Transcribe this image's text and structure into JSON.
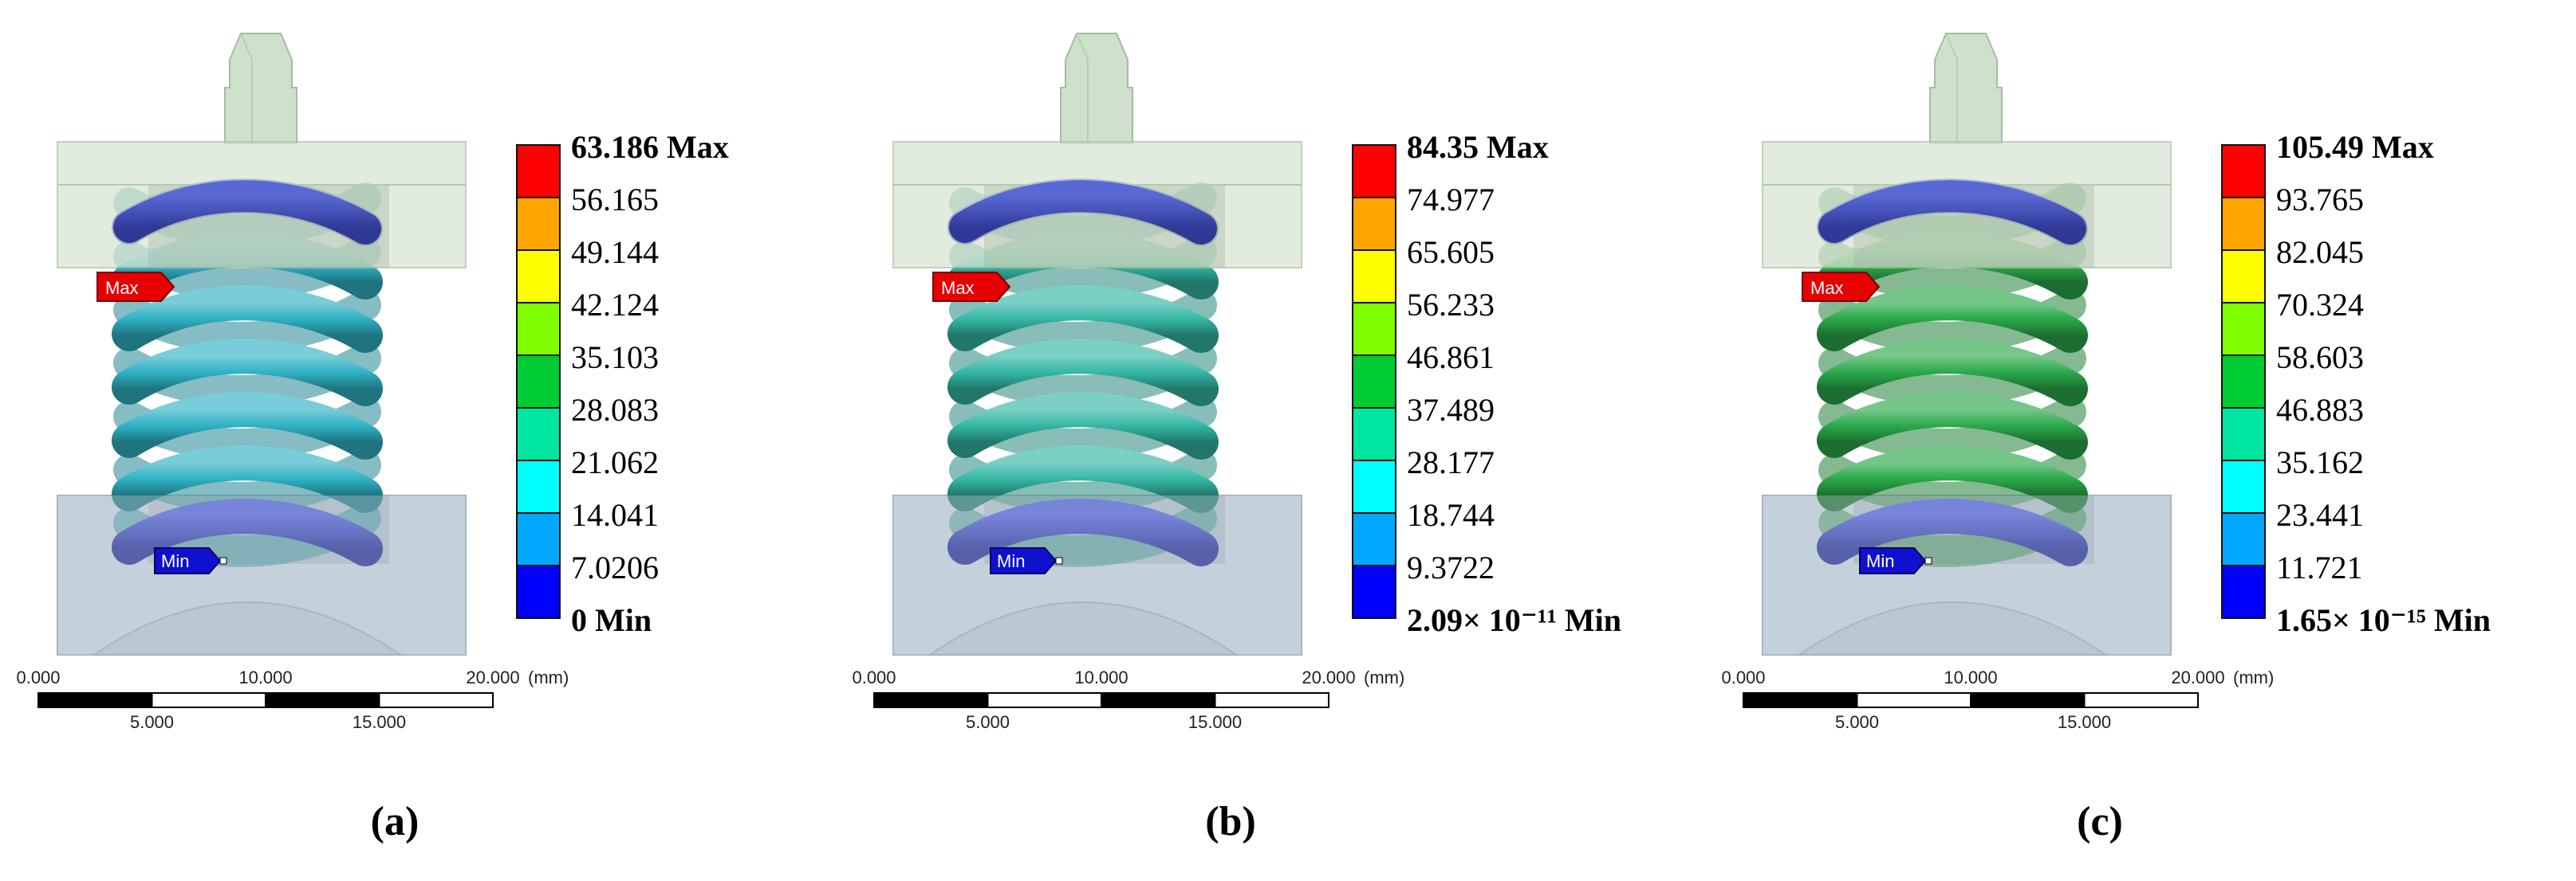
{
  "panels": [
    {
      "caption": "(a)",
      "legend": [
        "63.186 Max",
        "56.165",
        "49.144",
        "42.124",
        "35.103",
        "28.083",
        "21.062",
        "14.041",
        "7.0206",
        "0 Min"
      ],
      "coil_color": "#2fb2c4"
    },
    {
      "caption": "(b)",
      "legend": [
        "84.35 Max",
        "74.977",
        "65.605",
        "56.233",
        "46.861",
        "37.489",
        "28.177",
        "18.744",
        "9.3722",
        "2.09× 10⁻¹¹ Min"
      ],
      "coil_color": "#34b7a4"
    },
    {
      "caption": "(c)",
      "legend": [
        "105.49 Max",
        "93.765",
        "82.045",
        "70.324",
        "58.603",
        "46.883",
        "35.162",
        "23.441",
        "11.721",
        "1.65× 10⁻¹⁵ Min"
      ],
      "coil_color": "#2aa94a"
    }
  ],
  "probes": {
    "max": "Max",
    "min": "Min"
  },
  "scale": {
    "top_ticks": [
      "0.000",
      "10.000",
      "20.000"
    ],
    "unit": "(mm)",
    "bottom_ticks": [
      "5.000",
      "15.000"
    ]
  },
  "colors": [
    "#ff0000",
    "#ffa500",
    "#ffff00",
    "#80ff00",
    "#00cc33",
    "#00e5a0",
    "#00ffff",
    "#00a8ff",
    "#0000ff"
  ]
}
